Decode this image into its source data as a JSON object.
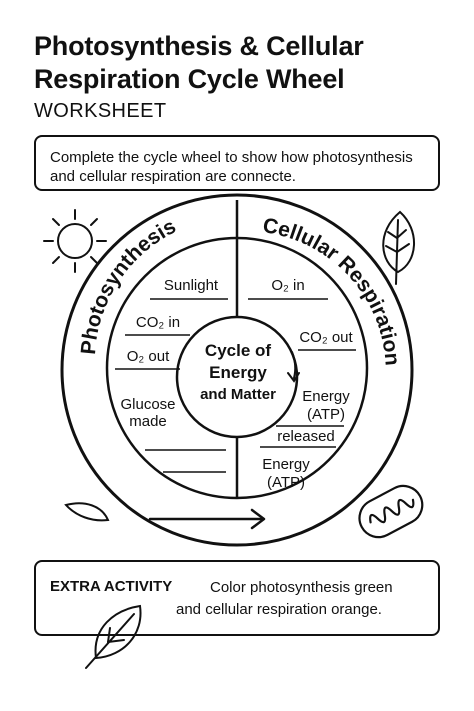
{
  "header": {
    "title": "Photosynthesis & Cellular Respiration Cycle Wheel",
    "subtitle": "WORKSHEET"
  },
  "instructions": {
    "text": "Complete the cycle wheel to show how photosynthesis and cellular respiration are connecte."
  },
  "wheel": {
    "left_arc_title": "Photosynthesis",
    "right_arc_title": "Cellular Respiration",
    "center": [
      "Cycle of",
      "Energy",
      "and Matter"
    ],
    "left_items": {
      "sunlight": "Sunlight",
      "co2_in": "CO₂ in",
      "o2_out": "O₂ out",
      "glucose": "Glucose",
      "made": "made"
    },
    "right_items": {
      "o2_in": "O₂ in",
      "co2_out": "CO₂ out",
      "energy": "Energy",
      "atp": "(ATP)",
      "released": "released",
      "energy2": "Energy",
      "atp2": "(ATP)"
    }
  },
  "extra": {
    "label": "EXTRA ACTIVITY",
    "line1": "Color photosynthesis green",
    "line2": "and cellular respiration orange."
  },
  "icons": [
    "sun-icon",
    "leaf-icon",
    "mitochondrion-icon",
    "leaf-outline-icon"
  ]
}
